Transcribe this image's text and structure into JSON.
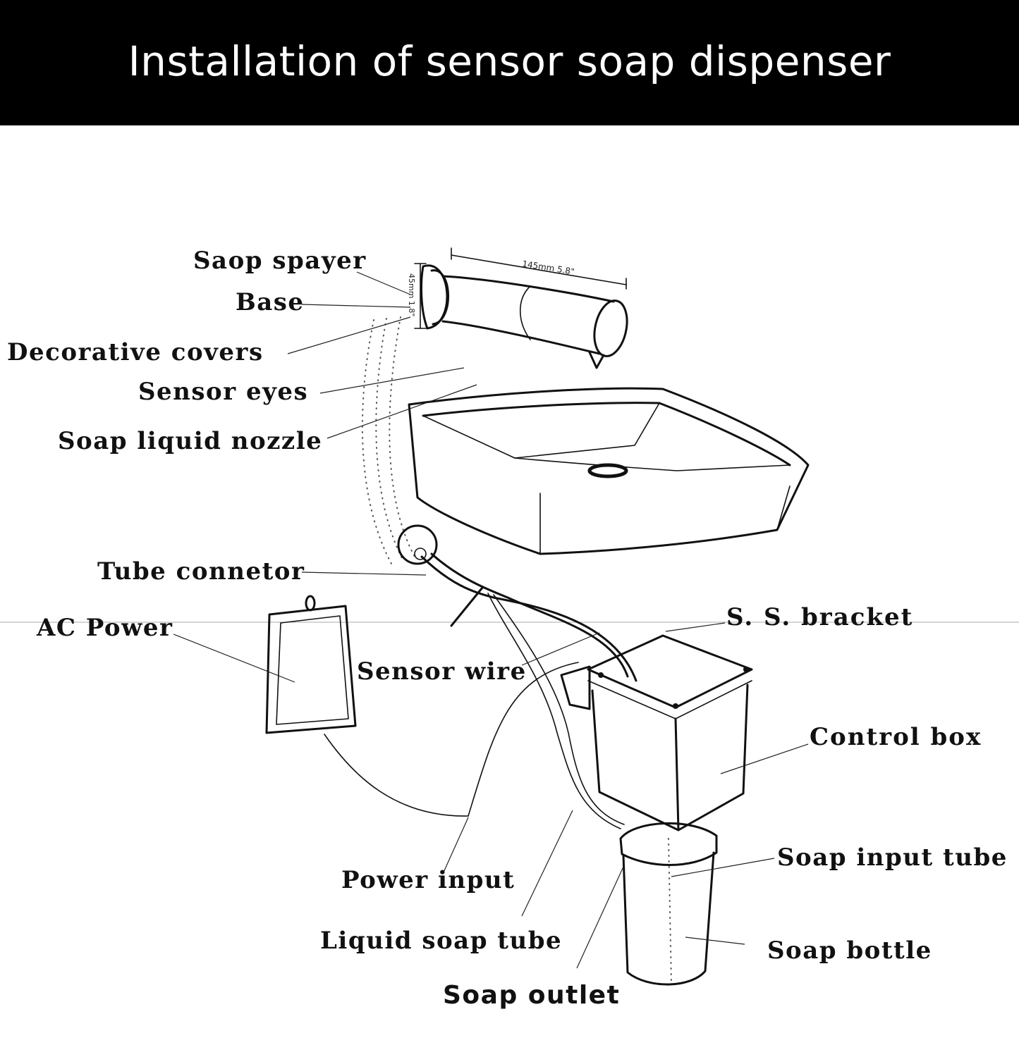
{
  "header": {
    "title": "Installation of sensor soap dispenser"
  },
  "dimensions": {
    "width_label": "145mm 5.8\"",
    "height_label": "45mm 1.8\""
  },
  "labels": {
    "saop_spayer": "Saop spayer",
    "base": "Base",
    "decorative_covers": "Decorative  covers",
    "sensor_eyes": "Sensor eyes",
    "soap_liquid_nozzle": "Soap liquid nozzle",
    "tube_connetor": "Tube connetor",
    "ac_power": "AC Power",
    "ss_bracket": "S. S. bracket",
    "sensor_wire": "Sensor wire",
    "control_box": "Control  box",
    "soap_input_tube": "Soap input tube",
    "power_input": "Power input",
    "liquid_soap_tube": "Liquid soap tube",
    "soap_bottle": "Soap bottle",
    "soap_outlet": "Soap outlet"
  }
}
